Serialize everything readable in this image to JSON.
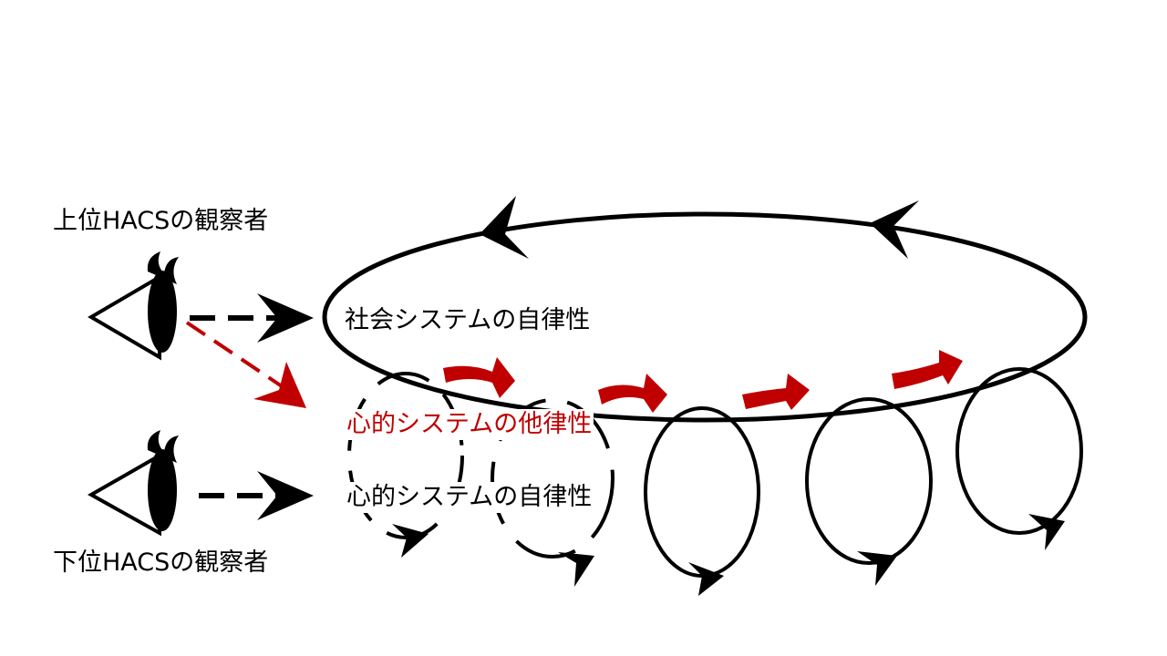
{
  "labels": {
    "upper_observer": "上位HACSの観察者",
    "lower_observer": "下位HACSの観察者",
    "social_autonomy": "社会システムの自律性",
    "psychic_heteronomy": "心的システムの他律性",
    "psychic_autonomy": "心的システムの自律性"
  },
  "colors": {
    "line": "#000000",
    "accent": "#c00000",
    "background": "#ffffff"
  },
  "icons": {
    "upper_observer": "eye-icon",
    "lower_observer": "eye-icon"
  }
}
